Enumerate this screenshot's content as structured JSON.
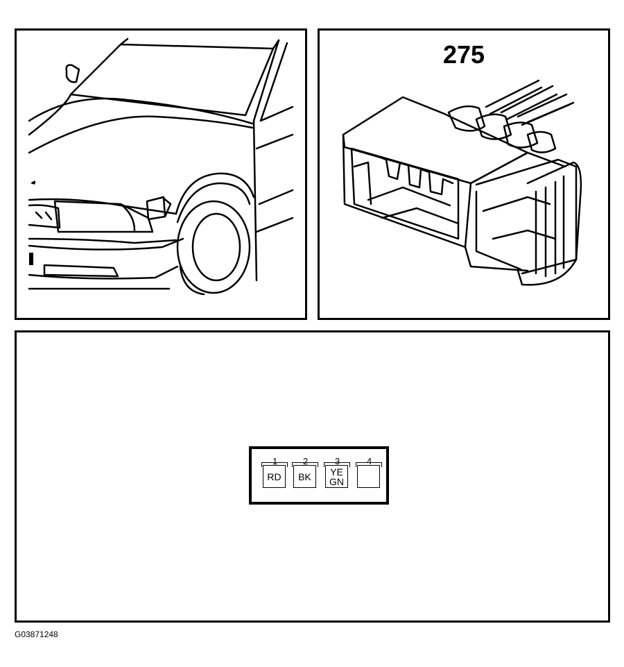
{
  "connector": {
    "number": "275"
  },
  "pinout": {
    "pins": [
      {
        "number": "1",
        "colors": [
          "RD"
        ]
      },
      {
        "number": "2",
        "colors": [
          "BK"
        ]
      },
      {
        "number": "3",
        "colors": [
          "YE",
          "GN"
        ]
      },
      {
        "number": "4",
        "colors": []
      }
    ]
  },
  "figure_code": "G03871248"
}
